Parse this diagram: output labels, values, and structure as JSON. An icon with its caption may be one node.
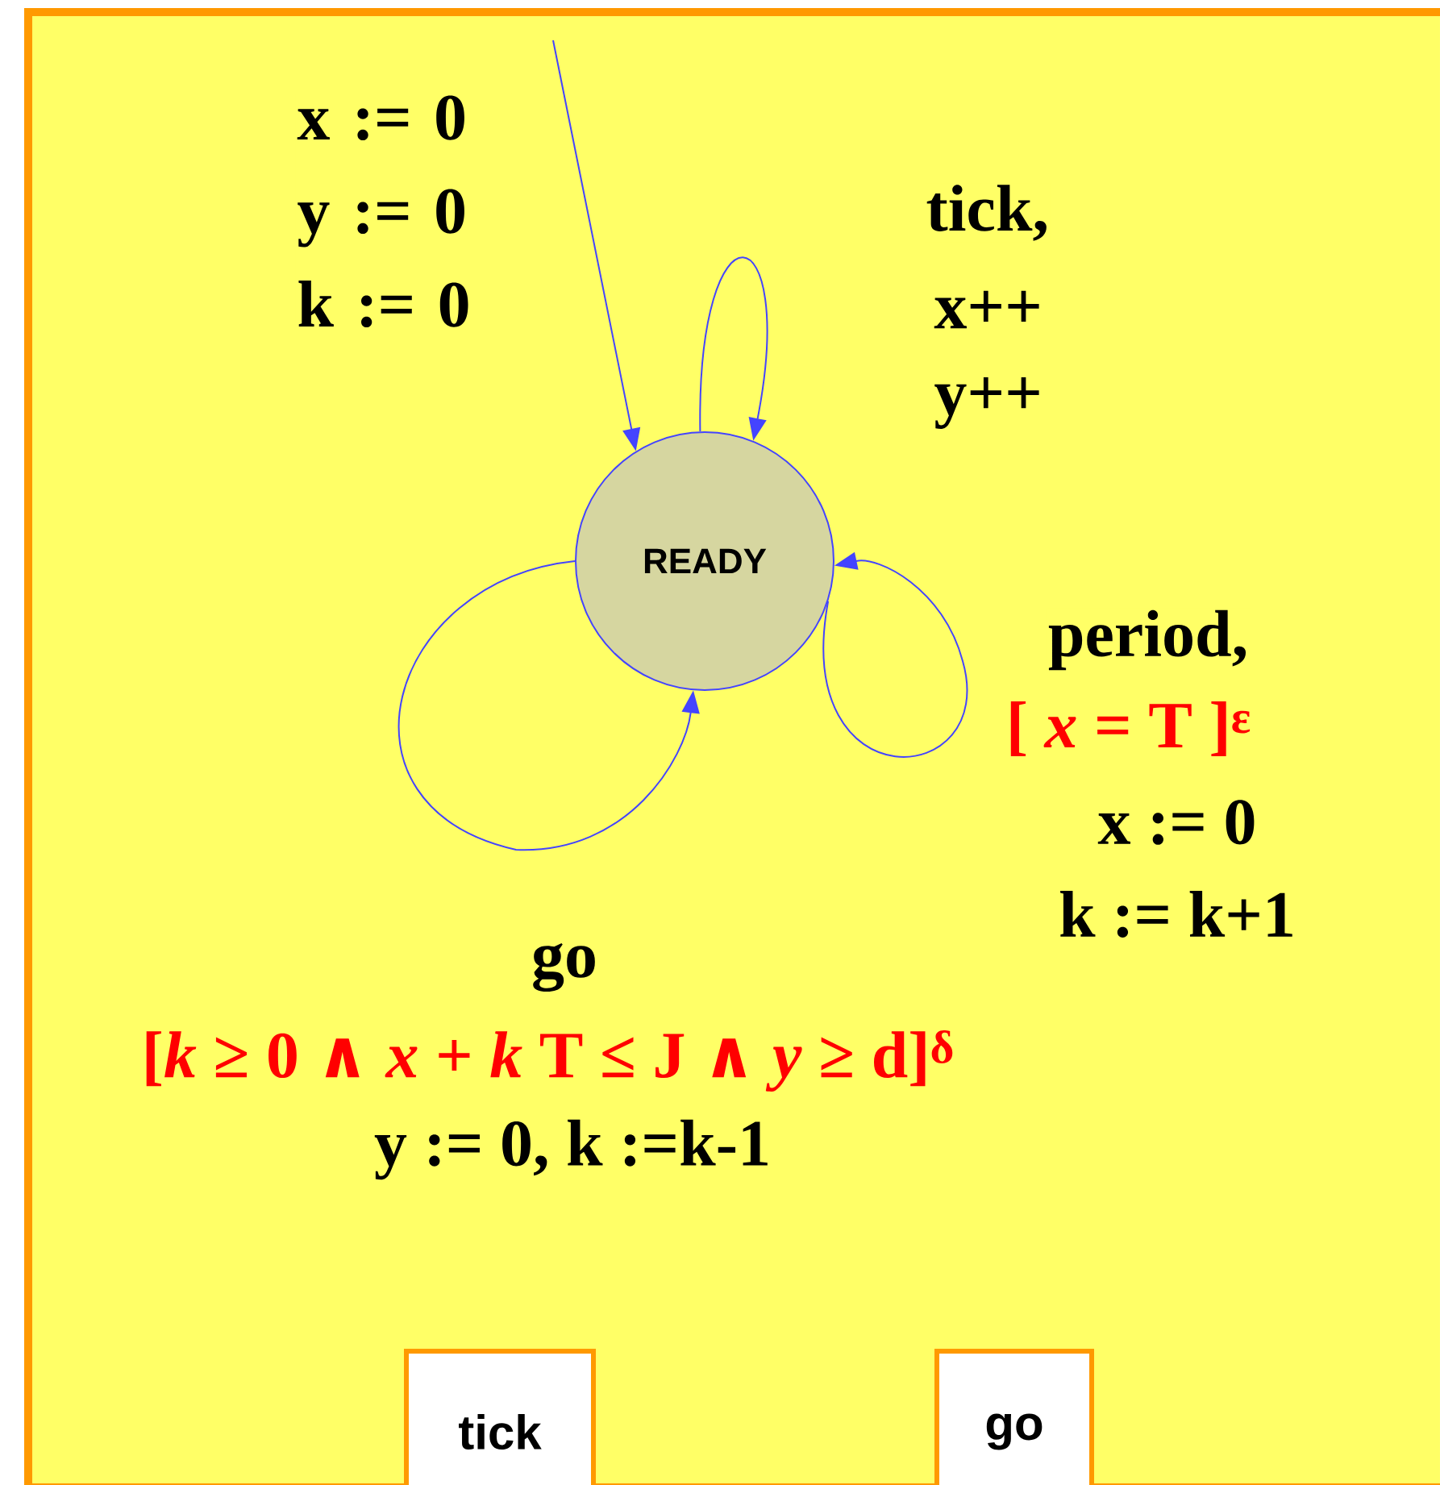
{
  "diagram": {
    "nodes": [
      {
        "text": [],
        "shape": "box"
      },
      {
        "text": [
          "READY"
        ],
        "in": 0
      },
      {
        "text": [
          "tick"
        ],
        "in": 0
      },
      {
        "text": [
          "go"
        ],
        "in": 0
      }
    ],
    "edges": [
      {
        "from": null,
        "to": 1,
        "arrow": "to",
        "label": "x := 0 y := 0 k := 0"
      },
      {
        "from": 1,
        "to": 1,
        "arrow": "to",
        "label": "tick,"
      },
      {
        "from": 1,
        "to": 1,
        "arrow": "to",
        "label": "period,"
      },
      {
        "from": 1,
        "to": 1,
        "arrow": "to",
        "label": "go"
      }
    ],
    "labels": [
      "x++",
      "y++",
      "[ *x* = T ]$^{ε}$",
      "x := 0",
      "k := k+1",
      "[*k* ≥ 0 ∧ *x* + *k* T ≤ J ∧ *y* ≥ d]$^{δ}$",
      "y := 0, k :=k-1"
    ]
  }
}
